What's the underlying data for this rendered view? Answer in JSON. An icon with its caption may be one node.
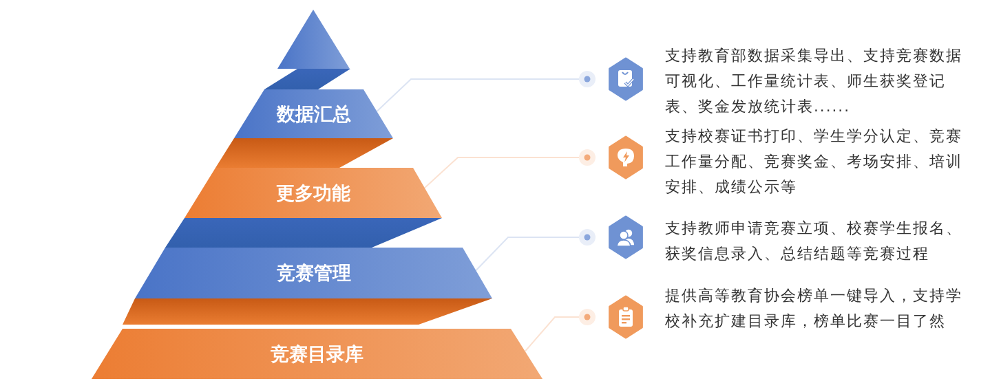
{
  "diagram": {
    "nodes": [
      {
        "text": [],
        "shape": "triangle"
      },
      {
        "text": [
          "数据汇总"
        ]
      },
      {
        "text": [
          "更多功能"
        ]
      },
      {
        "text": [
          "竞赛管理"
        ]
      },
      {
        "text": [
          "竞赛目录库"
        ]
      },
      {
        "text": [
          "支持教育部数据采集导出、支持竞赛数据可视化、工作量统计表、师生获奖登记表、奖金发放统计表......"
        ]
      },
      {
        "text": [
          "支持校赛证书打印、学生学分认定、竞赛工作量分配、竞赛奖金、考场安排、培训安排、成绩公示等"
        ]
      },
      {
        "text": [
          "支持教师申请竞赛立项、校赛学生报名、获奖信息录入、总结结题等竞赛过程"
        ]
      },
      {
        "text": [
          "提供高等教育协会榜单一键导入，支持学校补充扩建目录库，榜单比赛一目了然"
        ]
      }
    ],
    "edges": [
      {
        "from": 1,
        "to": 5,
        "arrow": "none",
        "color": "#dce4f3"
      },
      {
        "from": 2,
        "to": 6,
        "arrow": "none",
        "color": "#fbe2d2"
      },
      {
        "from": 3,
        "to": 7,
        "arrow": "none",
        "color": "#dce4f3"
      },
      {
        "from": 4,
        "to": 8,
        "arrow": "none",
        "color": "#fbe2d2"
      }
    ]
  }
}
